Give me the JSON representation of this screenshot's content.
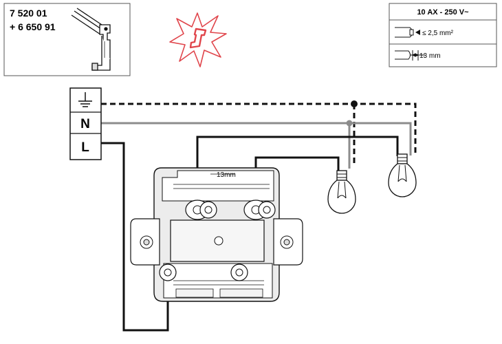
{
  "product_box": {
    "ref_line_1": "7 520 01",
    "ref_line_2": "+ 6 650 91"
  },
  "spec_box": {
    "rating": "10 AX - 250 V~",
    "wire_section": "≤ 2,5 mm²",
    "strip_length": "13 mm"
  },
  "terminal_block": {
    "earth_symbol": "earth-icon",
    "neutral_label": "N",
    "live_label": "L"
  },
  "switch": {
    "strip_gauge_label": "13mm"
  },
  "wire_colors": {
    "live": "#111111",
    "neutral": "#8c8c8c",
    "earth": "#111111",
    "warning": "#e0454b"
  }
}
